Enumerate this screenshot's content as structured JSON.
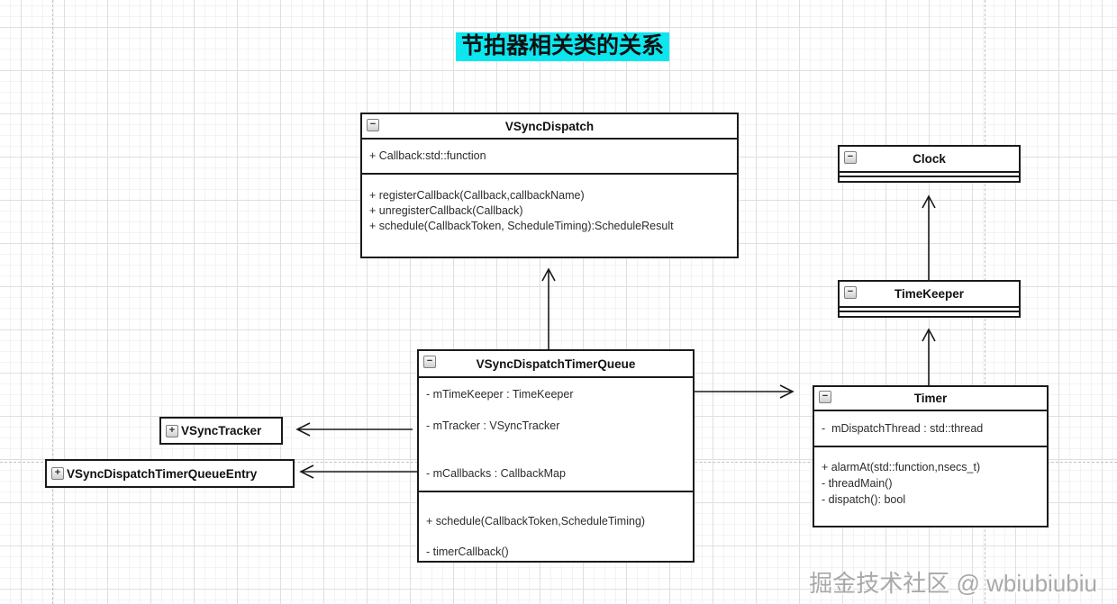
{
  "title": {
    "text": "节拍器相关类的关系",
    "highlight_color": "#0ce6ef"
  },
  "watermark": "掘金技术社区 @ wbiubiubiu",
  "icons": {
    "collapse": "−",
    "expand": "+"
  },
  "classes": {
    "vsync_dispatch": {
      "name": "VSyncDispatch",
      "attributes": [
        "+ Callback:std::function"
      ],
      "methods": [
        "+ registerCallback(Callback,callbackName)",
        "+ unregisterCallback(Callback)",
        "+ schedule(CallbackToken, ScheduleTiming):ScheduleResult"
      ]
    },
    "clock": {
      "name": "Clock",
      "attributes": [],
      "methods": []
    },
    "time_keeper": {
      "name": "TimeKeeper",
      "attributes": [],
      "methods": []
    },
    "timer": {
      "name": "Timer",
      "attributes": [
        "-  mDispatchThread : std::thread"
      ],
      "methods": [
        "+ alarmAt(std::function,nsecs_t)",
        "- threadMain()",
        "- dispatch(): bool"
      ]
    },
    "vsync_dispatch_timer_queue": {
      "name": "VSyncDispatchTimerQueue",
      "attributes": [
        "- mTimeKeeper : TimeKeeper",
        "- mTracker : VSyncTracker",
        "- mCallbacks : CallbackMap"
      ],
      "methods": [
        "+ schedule(CallbackToken,ScheduleTiming)",
        "- timerCallback()"
      ]
    },
    "vsync_tracker": {
      "name": "VSyncTracker"
    },
    "vsync_dispatch_timer_queue_entry": {
      "name": "VSyncDispatchTimerQueueEntry"
    }
  },
  "relationships": [
    {
      "from": "VSyncDispatchTimerQueue",
      "to": "VSyncDispatch"
    },
    {
      "from": "TimeKeeper",
      "to": "Clock"
    },
    {
      "from": "Timer",
      "to": "TimeKeeper"
    },
    {
      "from": "VSyncDispatchTimerQueue.mTimeKeeper",
      "to": "Timer"
    },
    {
      "from": "VSyncDispatchTimerQueue",
      "to": "VSyncTracker"
    },
    {
      "from": "VSyncDispatchTimerQueue",
      "to": "VSyncDispatchTimerQueueEntry"
    }
  ]
}
